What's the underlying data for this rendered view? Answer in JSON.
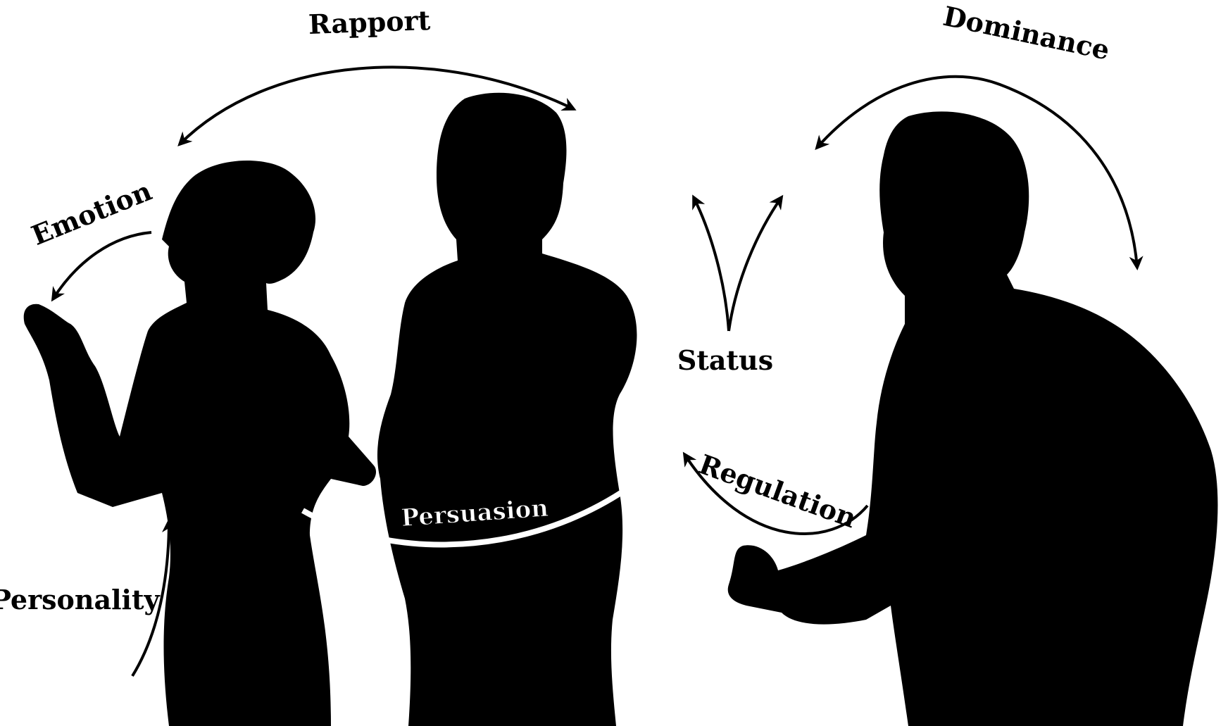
{
  "diagram": {
    "labels": {
      "rapport": "Rapport",
      "dominance": "Dominance",
      "emotion": "Emotion",
      "status": "Status",
      "regulation": "Regulation",
      "persuasion": "Persuasion",
      "personality": "Personality"
    },
    "figures": [
      "woman-silhouette",
      "man-silhouette",
      "tall-man-silhouette"
    ],
    "colors": {
      "silhouette": "#000000",
      "background": "#ffffff",
      "persuasion_arrow": "#ffffff"
    }
  }
}
